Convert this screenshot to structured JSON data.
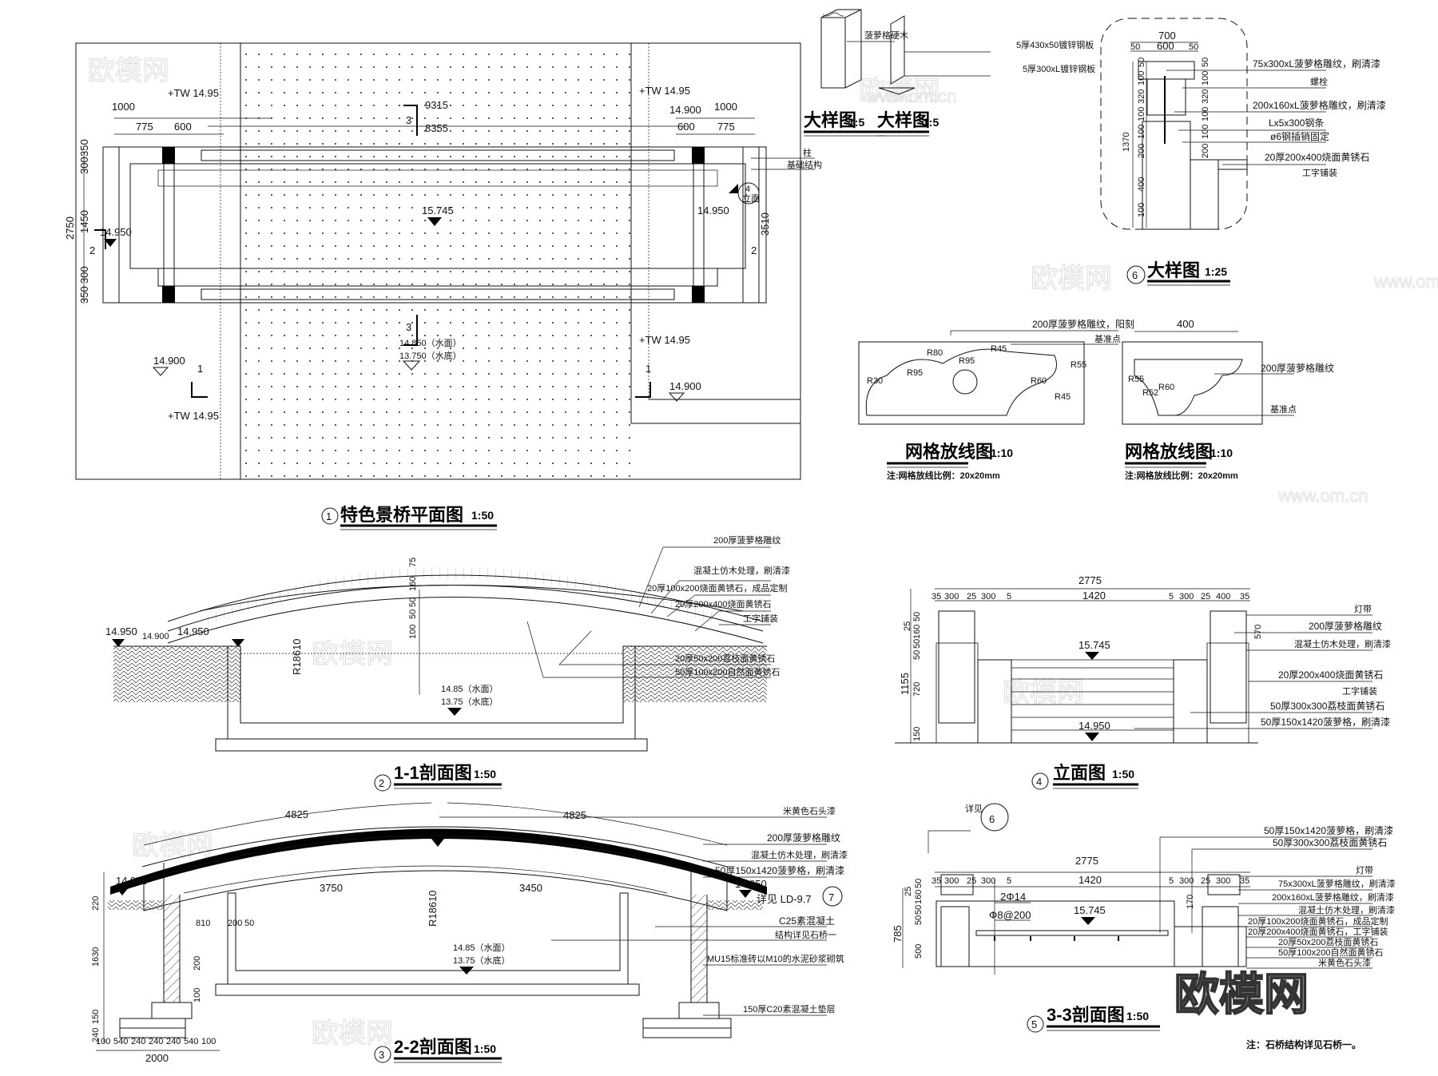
{
  "plan": {
    "number": "1",
    "title": "特色景桥平面图",
    "scale": "1:50",
    "dims": {
      "left_1000": "1000",
      "left_775": "775",
      "left_600": "600",
      "total_9315": "9315",
      "inner_8355": "8355",
      "right_1000": "1000",
      "right_600": "600",
      "right_775": "775",
      "d2750": "2750",
      "d1450": "1450",
      "d300a": "300",
      "d350a": "350",
      "d300b": "300",
      "d350b": "350",
      "d3510": "3510"
    },
    "levels": {
      "tw1": "+TW 14.95",
      "tw2": "+TW 14.95",
      "tw3": "+TW 14.95",
      "tw4": "+TW 14.95",
      "deck": "15.745",
      "left_end": "14.950",
      "right_end": "14.950",
      "right_top": "14.900",
      "water_surface": "14.850（水面）",
      "water_bottom": "13.750（水底）",
      "bl": "14.900",
      "br": "14.900"
    },
    "section_marks": {
      "s3_top": "3",
      "s3_bottom": "3",
      "s1_left": "1",
      "s1_right": "1",
      "s2_left": "2",
      "s2_right": "2"
    },
    "labels": {
      "column": "柱",
      "foundation": "基础结构",
      "callout_num": "4",
      "callout_text": "立面"
    }
  },
  "detail_small": [
    {
      "title": "大样图",
      "scale": "1:5",
      "label": "菠萝格硬木"
    },
    {
      "title": "大样图",
      "scale": "1:5",
      "labels": [
        "5厚430x50镀锌钢板",
        "5厚300xL镀锌钢板"
      ]
    }
  ],
  "detail6": {
    "number": "6",
    "title": "大样图",
    "scale": "1:25",
    "dims_top": [
      "700",
      "50",
      "600",
      "50"
    ],
    "dims_left": [
      "1370",
      "50",
      "100",
      "320",
      "100",
      "100",
      "200",
      "400",
      "100"
    ],
    "dims_right": [
      "50",
      "100",
      "320",
      "100",
      "100",
      "200"
    ],
    "labels": [
      "75x300xL菠萝格雕纹，刷清漆",
      "螺栓",
      "200x160xL菠萝格雕纹，刷清漆",
      "Lx5x300钢条",
      "ø6钢插销固定",
      "20厚200x400烧面黄锈石",
      "工字铺装"
    ]
  },
  "grid_left": {
    "title": "网格放线图",
    "scale": "1:10",
    "note": "注:网格放线比例：20x20mm",
    "labels": [
      "200厚菠萝格雕纹，阳刻",
      "基准点"
    ],
    "radii": [
      "R80",
      "R95",
      "R45",
      "R30",
      "R95",
      "R60",
      "R55",
      "R45"
    ]
  },
  "grid_right": {
    "title": "网格放线图",
    "scale": "1:10",
    "note": "注:网格放线比例：20x20mm",
    "dim": "400",
    "labels": [
      "200厚菠萝格雕纹",
      "基准点"
    ],
    "radii": [
      "R55",
      "R52",
      "R60"
    ]
  },
  "section11": {
    "number": "2",
    "title": "1-1剖面图",
    "scale": "1:50",
    "levels": [
      "14.950",
      "14.900",
      "14.950",
      "14.85（水面）",
      "13.75（水底）"
    ],
    "dims": [
      "75",
      "160",
      "50",
      "50",
      "100",
      "R18610"
    ],
    "labels": [
      "200厚菠萝格雕纹",
      "混凝土仿木处理，刷清漆",
      "20厚100x200烧面黄锈石，成品定制",
      "20厚200x400烧面黄锈石",
      "工字铺装",
      "20厚50x200荔枝面黄锈石",
      "50厚100x200自然面黄锈石"
    ]
  },
  "elevation": {
    "number": "4",
    "title": "立面图",
    "scale": "1:50",
    "dims_top": [
      "2775",
      "35",
      "300",
      "25",
      "300",
      "5",
      "1420",
      "5",
      "300",
      "25",
      "400",
      "35"
    ],
    "dims_left": [
      "1155",
      "50",
      "25",
      "160",
      "50",
      "50",
      "720",
      "150"
    ],
    "dim_right": "570",
    "levels": [
      "15.745",
      "14.950"
    ],
    "labels": [
      "灯带",
      "200厚菠萝格雕纹",
      "混凝土仿木处理，刷清漆",
      "20厚200x400烧面黄锈石",
      "工字铺装",
      "50厚300x300荔枝面黄锈石",
      "50厚150x1420菠萝格，刷清漆"
    ]
  },
  "section22": {
    "number": "3",
    "title": "2-2剖面图",
    "scale": "1:50",
    "arcs": [
      "4825",
      "4825",
      "3750",
      "3450"
    ],
    "levels": [
      "14.950",
      "14.950",
      "14.85（水面）",
      "13.75（水底）"
    ],
    "dims": [
      "R18610",
      "810",
      "200",
      "50",
      "200",
      "100",
      "220",
      "1630",
      "150",
      "240"
    ],
    "dims_bottom": [
      "100",
      "540",
      "240",
      "240",
      "240",
      "540",
      "100",
      "2000"
    ],
    "callout": "7",
    "callout_ref": "详见 LD-9.7",
    "labels": [
      "米黄色石头漆",
      "200厚菠萝格雕纹",
      "混凝土仿木处理，刷清漆",
      "50厚150x1420菠萝格，刷清漆",
      "C25素混凝土",
      "结构详见石桥一",
      "MU15标准砖以M10的水泥砂浆砌筑",
      "150厚C20素混凝土垫层"
    ]
  },
  "section33": {
    "number": "5",
    "title": "3-3剖面图",
    "scale": "1:50",
    "ref_label": "详见",
    "ref_num": "6",
    "dims_top": [
      "2775",
      "35",
      "300",
      "25",
      "300",
      "5",
      "1420",
      "5",
      "300",
      "25",
      "300",
      "35"
    ],
    "dims_left": [
      "785",
      "50",
      "25",
      "160",
      "50",
      "50",
      "500"
    ],
    "dim_mid": "170",
    "rebar": [
      "2Φ14",
      "Φ8@200"
    ],
    "level": "15.745",
    "labels_top": [
      "50厚150x1420菠萝格，刷清漆",
      "50厚300x300荔枝面黄锈石"
    ],
    "labels": [
      "灯带",
      "75x300xL菠萝格雕纹，刷清漆",
      "200x160xL菠萝格雕纹，刷清漆",
      "混凝土仿木处理，刷清漆",
      "20厚100x200烧面黄锈石，成品定制",
      "20厚200x400烧面黄锈石，工字铺装",
      "20厚50x200荔枝面黄锈石",
      "50厚100x200自然面黄锈石",
      "米黄色石头漆"
    ]
  },
  "note": "注：石桥结构详见石桥一。",
  "watermark": "欧模网",
  "watermark_url": "www.om.cn"
}
